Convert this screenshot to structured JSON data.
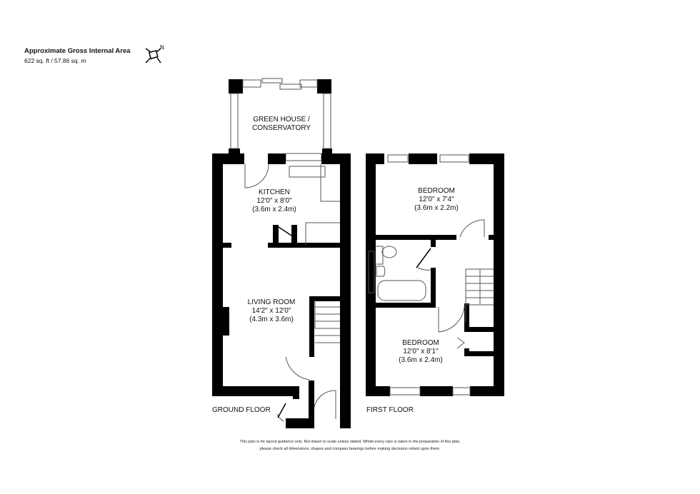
{
  "header": {
    "title": "Approximate Gross Internal Area",
    "area": "622 sq. ft / 57.86 sq. m",
    "compass_label": "N"
  },
  "floors": {
    "ground": {
      "label": "GROUND FLOOR",
      "rooms": [
        {
          "name": "GREEN HOUSE /",
          "name2": "CONSERVATORY",
          "dims_imperial": "",
          "dims_metric": ""
        },
        {
          "name": "KITCHEN",
          "dims_imperial": "12'0\" x 8'0\"",
          "dims_metric": "(3.6m x 2.4m)"
        },
        {
          "name": "LIVING ROOM",
          "dims_imperial": "14'2\" x 12'0\"",
          "dims_metric": "(4.3m x 3.6m)"
        }
      ]
    },
    "first": {
      "label": "FIRST FLOOR",
      "rooms": [
        {
          "name": "BEDROOM",
          "dims_imperial": "12'0\" x 7'4\"",
          "dims_metric": "(3.6m x 2.2m)"
        },
        {
          "name": "BEDROOM",
          "dims_imperial": "12'0\" x 8'1\"",
          "dims_metric": "(3.6m x 2.4m)"
        }
      ]
    }
  },
  "disclaimer": {
    "line1": "This plan is for layout guidance only.  Not drawn to scale unless stated. Whilst every care is taken in the preparation of this plan,",
    "line2": "please check all dimensions, shapes and compass bearings before making decisions reliant upon them."
  },
  "colors": {
    "wall": "#000000",
    "line": "#555555",
    "background": "#ffffff"
  }
}
